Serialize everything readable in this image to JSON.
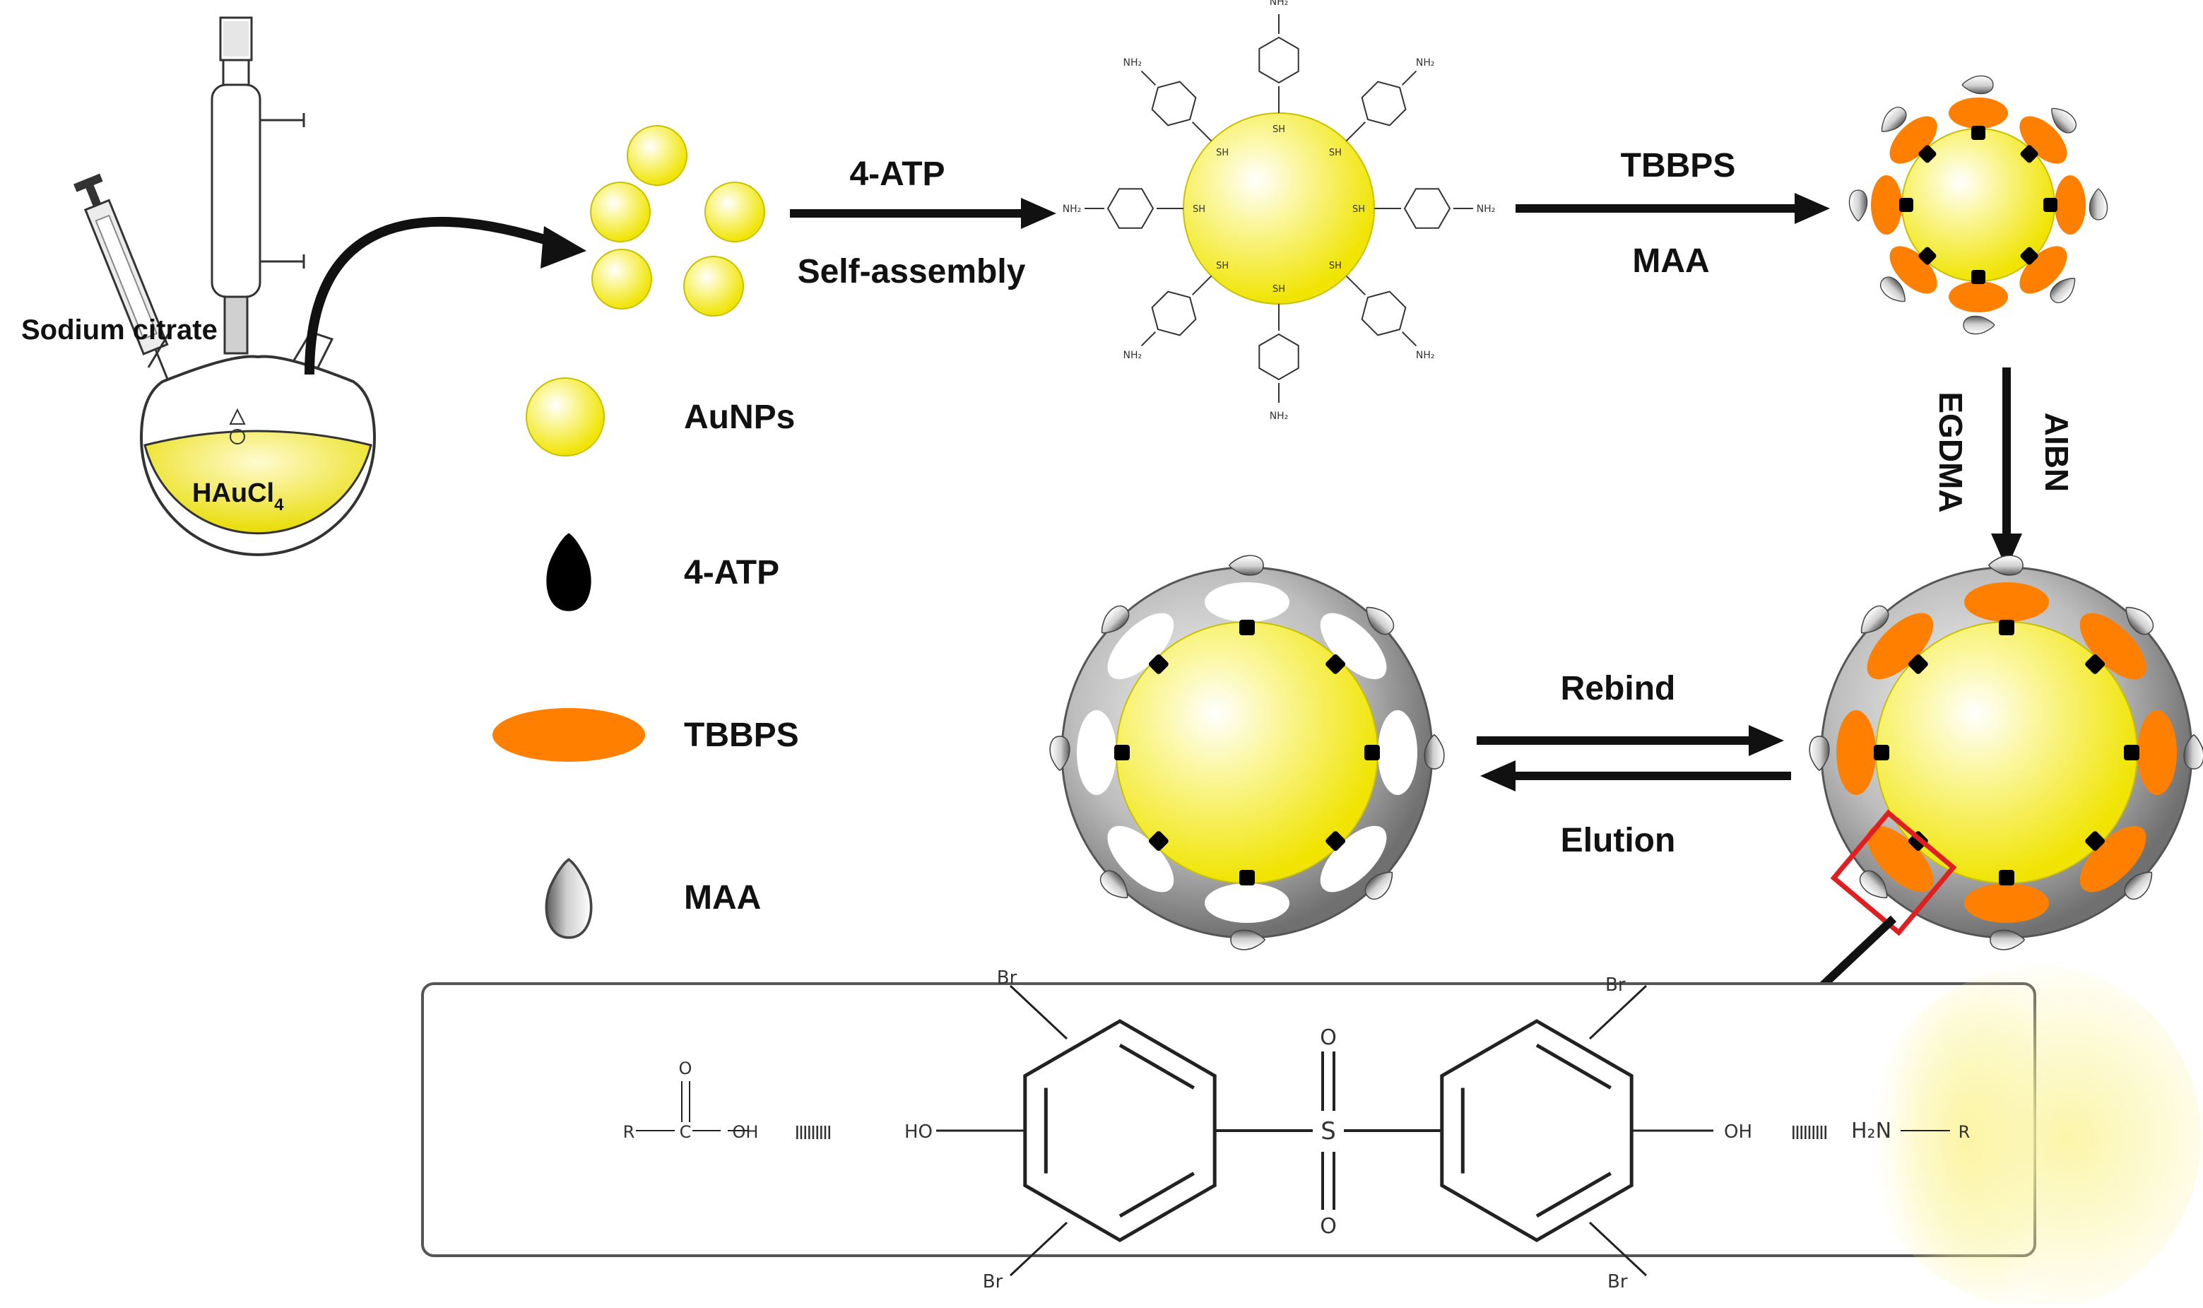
{
  "labels": {
    "sodium_citrate": "Sodium citrate",
    "haucl4_main": "HAuCl",
    "haucl4_sub": "4",
    "step1_top": "4-ATP",
    "step1_bottom": "Self-assembly",
    "step2_top": "TBBPS",
    "step2_bottom": "MAA",
    "step3_left": "EGDMA",
    "step3_right": "AIBN",
    "rebind": "Rebind",
    "elution": "Elution"
  },
  "legend": [
    {
      "label": "AuNPs",
      "icon": "aunp-sphere-icon"
    },
    {
      "label": "4-ATP",
      "icon": "black-drop-icon"
    },
    {
      "label": "TBBPS",
      "icon": "orange-ellipse-icon"
    },
    {
      "label": "MAA",
      "icon": "gray-drop-icon"
    }
  ],
  "atp_molecule": {
    "amine": "NH₂",
    "thiol": "SH"
  },
  "structure": {
    "r_left": "R",
    "carbon": "C",
    "carbonyl_o": "O",
    "acid_oh": "OH",
    "phenol_ho": "HO",
    "phenol_oh": "OH",
    "amine_h2n": "H₂N",
    "r_right": "R",
    "sulfur": "S",
    "sulfonyl_o_top": "O",
    "sulfonyl_o_bottom": "O",
    "br_top_left": "Br",
    "br_bottom_left": "Br",
    "br_top_right": "Br",
    "br_bottom_right": "Br",
    "hbond_1": "IIIIIIIII",
    "hbond_2": "IIIIIIIII"
  },
  "colors": {
    "gold": "#f5f000",
    "orange": "#ff8000",
    "shell_gray": "#8a8a8a",
    "highlight_red": "#e02020"
  }
}
